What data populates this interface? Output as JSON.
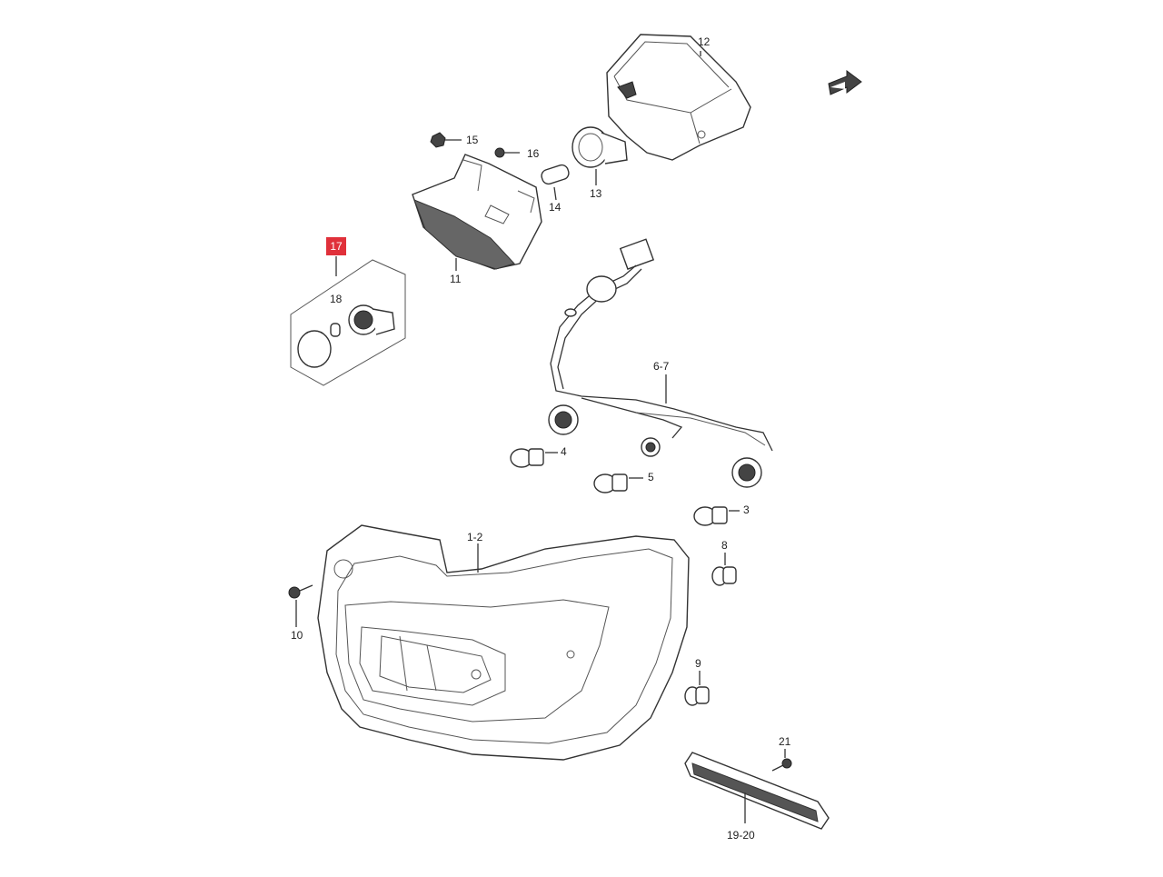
{
  "highlighted_part": "17",
  "callouts": {
    "c1_2": "1-2",
    "c3": "3",
    "c4": "4",
    "c5": "5",
    "c6_7": "6-7",
    "c8": "8",
    "c9": "9",
    "c10": "10",
    "c11": "11",
    "c12": "12",
    "c13": "13",
    "c14": "14",
    "c15": "15",
    "c16": "16",
    "c18": "18",
    "c19_20": "19-20",
    "c21": "21"
  },
  "colors": {
    "highlight": "#e0303a",
    "line": "#333333"
  },
  "icons": {
    "front_direction": "arrow-icon"
  }
}
